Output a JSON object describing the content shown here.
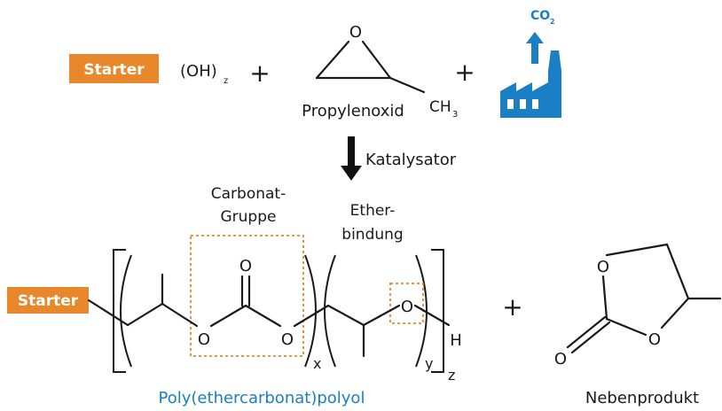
{
  "reactants": {
    "starter_label": "Starter",
    "hydroxyl": "(OH)",
    "hydroxyl_sub": "z",
    "plus1": "+",
    "plus2": "+",
    "epoxide_o": "O",
    "methyl": "CH",
    "methyl_sub": "3",
    "epoxide_name": "Propylenoxid",
    "co2": "CO",
    "co2_sub": "2"
  },
  "arrow": {
    "catalyst": "Katalysator"
  },
  "product": {
    "starter_label": "Starter",
    "carbonate_label_line1": "Carbonat-",
    "carbonate_label_line2": "Gruppe",
    "ether_label_line1": "Ether-",
    "ether_label_line2": "bindung",
    "carbonyl_o": "O",
    "ester_o1": "O",
    "ester_o2": "O",
    "ether_o": "O",
    "end_h": "H",
    "sub_x": "x",
    "sub_y": "y",
    "sub_z": "z",
    "name": "Poly(ethercarbonat)polyol"
  },
  "byproduct": {
    "plus": "+",
    "ring_o1": "O",
    "ring_o2": "O",
    "carbonyl_o": "O",
    "name": "Nebenprodukt"
  },
  "colors": {
    "orange": "#e8882b",
    "blue": "#1a7fc4",
    "text": "#1a1a1a"
  }
}
